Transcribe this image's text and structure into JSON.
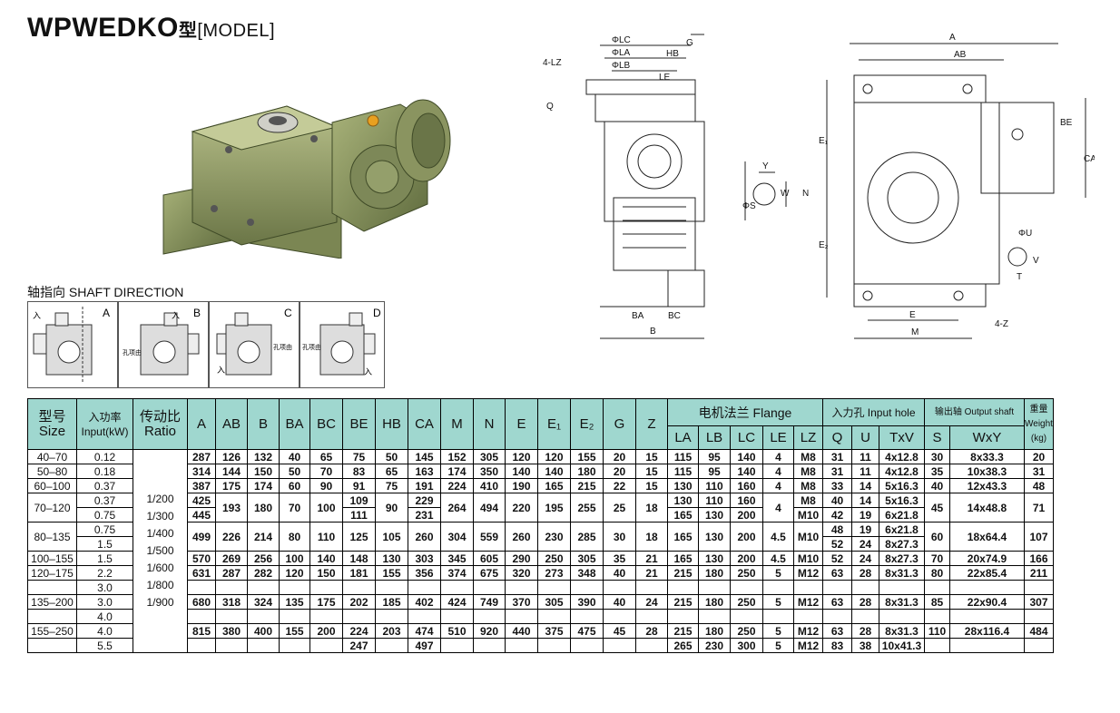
{
  "title": {
    "main": "WPWEDKO",
    "cn": "型",
    "model": "[MODEL]"
  },
  "shaft_direction": {
    "label": "轴指向 SHAFT DIRECTION",
    "views": [
      "A",
      "B",
      "C",
      "D"
    ],
    "input_label": "入",
    "hole_label": "孔项由"
  },
  "drawing_labels": {
    "side": {
      "lc": "ΦLC",
      "la": "ΦLA",
      "lb": "ΦLB",
      "g": "G",
      "hb": "HB",
      "le": "LE",
      "z": "4-LZ",
      "q": "Q",
      "ba": "BA",
      "bc": "BC",
      "b": "B"
    },
    "shaft": {
      "y": "Y",
      "s": "ΦS",
      "w": "W",
      "n": "N"
    },
    "front": {
      "a": "A",
      "ab": "AB",
      "be": "BE",
      "ca": "CA",
      "e1": "E₁",
      "e2": "E₂",
      "u": "ΦU",
      "v": "V",
      "t": "T",
      "e": "E",
      "m": "M",
      "z": "4-Z"
    }
  },
  "table": {
    "headers": {
      "size_cn": "型号",
      "size_en": "Size",
      "input_cn": "入功率",
      "input_en": "Input(kW)",
      "ratio_cn": "传动比",
      "ratio_en": "Ratio",
      "cols": [
        "A",
        "AB",
        "B",
        "BA",
        "BC",
        "BE",
        "HB",
        "CA",
        "M",
        "N",
        "E",
        "E₁",
        "E₂",
        "G",
        "Z"
      ],
      "flange": "电机法兰 Flange",
      "flange_cols": [
        "LA",
        "LB",
        "LC",
        "LE",
        "LZ"
      ],
      "input_hole": "入力孔 Input hole",
      "input_hole_cols": [
        "Q",
        "U",
        "TxV"
      ],
      "output_shaft": "输出轴 Output shaft",
      "output_cols": [
        "S",
        "WxY"
      ],
      "weight_cn": "重量",
      "weight_en": "Weight",
      "weight_unit": "(kg)"
    },
    "ratios": [
      "1/200",
      "1/300",
      "1/400",
      "1/500",
      "1/600",
      "1/800",
      "1/900"
    ],
    "rows": [
      [
        "40–70",
        "0.12",
        "287",
        "126",
        "132",
        "40",
        "65",
        "75",
        "50",
        "145",
        "152",
        "305",
        "120",
        "120",
        "155",
        "20",
        "15",
        "115",
        "95",
        "140",
        "4",
        "M8",
        "31",
        "11",
        "4x12.8",
        "30",
        "8x33.3",
        "20"
      ],
      [
        "50–80",
        "0.18",
        "314",
        "144",
        "150",
        "50",
        "70",
        "83",
        "65",
        "163",
        "174",
        "350",
        "140",
        "140",
        "180",
        "20",
        "15",
        "115",
        "95",
        "140",
        "4",
        "M8",
        "31",
        "11",
        "4x12.8",
        "35",
        "10x38.3",
        "31"
      ],
      [
        "60–100",
        "0.37",
        "387",
        "175",
        "174",
        "60",
        "90",
        "91",
        "75",
        "191",
        "224",
        "410",
        "190",
        "165",
        "215",
        "22",
        "15",
        "130",
        "110",
        "160",
        "4",
        "M8",
        "33",
        "14",
        "5x16.3",
        "40",
        "12x43.3",
        "48"
      ],
      [
        "70–120",
        "0.37",
        "425",
        "193",
        "180",
        "70",
        "100",
        "109",
        "90",
        "229",
        "264",
        "494",
        "220",
        "195",
        "255",
        "25",
        "18",
        "130",
        "110",
        "160",
        "4",
        "M8",
        "40",
        "14",
        "5x16.3",
        "45",
        "14x48.8",
        "71"
      ],
      [
        "",
        "0.75",
        "445",
        "",
        "",
        "",
        "",
        "111",
        "",
        "231",
        "",
        "",
        "",
        "",
        "",
        "",
        "",
        "165",
        "130",
        "200",
        "",
        "M10",
        "42",
        "19",
        "6x21.8",
        "",
        "",
        ""
      ],
      [
        "80–135",
        "0.75",
        "499",
        "226",
        "214",
        "80",
        "110",
        "125",
        "105",
        "260",
        "304",
        "559",
        "260",
        "230",
        "285",
        "30",
        "18",
        "165",
        "130",
        "200",
        "4.5",
        "M10",
        "48",
        "19",
        "6x21.8",
        "60",
        "18x64.4",
        "107"
      ],
      [
        "",
        "1.5",
        "",
        "",
        "",
        "",
        "",
        "",
        "",
        "",
        "",
        "",
        "",
        "",
        "",
        "",
        "",
        "",
        "",
        "",
        "",
        "",
        "52",
        "24",
        "8x27.3",
        "",
        "",
        ""
      ],
      [
        "100–155",
        "1.5",
        "570",
        "269",
        "256",
        "100",
        "140",
        "148",
        "130",
        "303",
        "345",
        "605",
        "290",
        "250",
        "305",
        "35",
        "21",
        "165",
        "130",
        "200",
        "4.5",
        "M10",
        "52",
        "24",
        "8x27.3",
        "70",
        "20x74.9",
        "166"
      ],
      [
        "120–175",
        "2.2",
        "631",
        "287",
        "282",
        "120",
        "150",
        "181",
        "155",
        "356",
        "374",
        "675",
        "320",
        "273",
        "348",
        "40",
        "21",
        "215",
        "180",
        "250",
        "5",
        "M12",
        "63",
        "28",
        "8x31.3",
        "80",
        "22x85.4",
        "211"
      ],
      [
        "",
        "3.0",
        "",
        "",
        "",
        "",
        "",
        "",
        "",
        "",
        "",
        "",
        "",
        "",
        "",
        "",
        "",
        "",
        "",
        "",
        "",
        "",
        "",
        "",
        "",
        "",
        "",
        ""
      ],
      [
        "135–200",
        "3.0",
        "680",
        "318",
        "324",
        "135",
        "175",
        "202",
        "185",
        "402",
        "424",
        "749",
        "370",
        "305",
        "390",
        "40",
        "24",
        "215",
        "180",
        "250",
        "5",
        "M12",
        "63",
        "28",
        "8x31.3",
        "85",
        "22x90.4",
        "307"
      ],
      [
        "",
        "4.0",
        "",
        "",
        "",
        "",
        "",
        "",
        "",
        "",
        "",
        "",
        "",
        "",
        "",
        "",
        "",
        "",
        "",
        "",
        "",
        "",
        "",
        "",
        "",
        "",
        "",
        ""
      ],
      [
        "155–250",
        "4.0",
        "815",
        "380",
        "400",
        "155",
        "200",
        "224",
        "203",
        "474",
        "510",
        "920",
        "440",
        "375",
        "475",
        "45",
        "28",
        "215",
        "180",
        "250",
        "5",
        "M12",
        "63",
        "28",
        "8x31.3",
        "110",
        "28x116.4",
        "484"
      ],
      [
        "",
        "5.5",
        "",
        "",
        "",
        "",
        "",
        "247",
        "",
        "497",
        "",
        "",
        "",
        "",
        "",
        "",
        "",
        "265",
        "230",
        "300",
        "5",
        "M12",
        "83",
        "38",
        "10x41.3",
        "",
        "",
        ""
      ]
    ]
  }
}
